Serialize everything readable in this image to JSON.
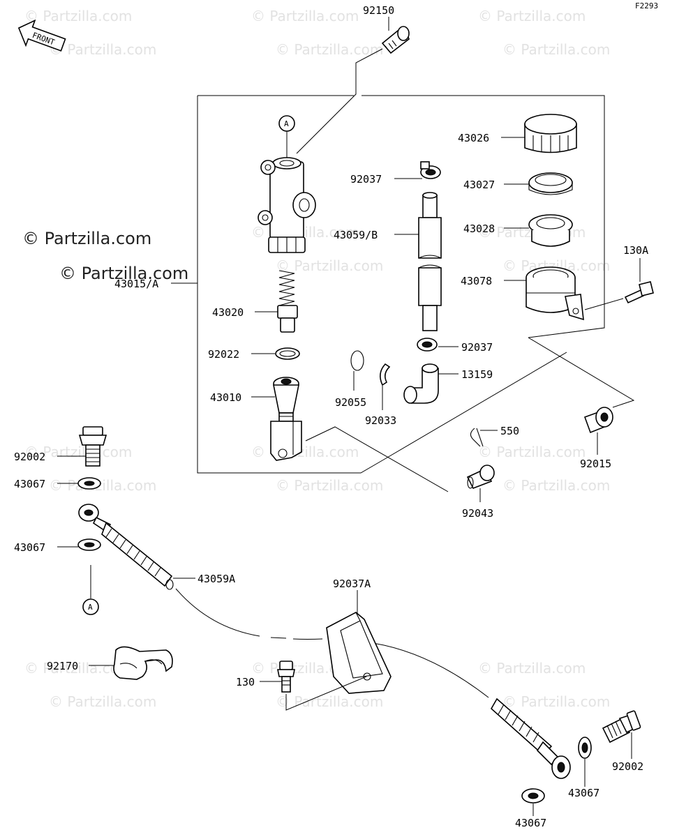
{
  "figure_code": "F2293",
  "front_arrow": "FRONT",
  "watermark": "© Partzilla.com",
  "watermark_main": "© Partzilla.com",
  "ref_a_top": "A",
  "ref_a_bottom": "A",
  "part_labels": {
    "p92150": "92150",
    "p43026": "43026",
    "p92037_top": "92037",
    "p43027": "43027",
    "p43059b": "43059/B",
    "p43028": "43028",
    "p130a": "130A",
    "p43015a": "43015/A",
    "p43078": "43078",
    "p43020": "43020",
    "p92022": "92022",
    "p92037_mid": "92037",
    "p13159": "13159",
    "p43010": "43010",
    "p92055": "92055",
    "p92033": "92033",
    "p550": "550",
    "p92015": "92015",
    "p92002_left": "92002",
    "p43067_a": "43067",
    "p92043": "92043",
    "p43067_b": "43067",
    "p43059a": "43059A",
    "p92037a": "92037A",
    "p92170": "92170",
    "p130": "130",
    "p92002_right": "92002",
    "p43067_c": "43067",
    "p43067_d": "43067"
  }
}
